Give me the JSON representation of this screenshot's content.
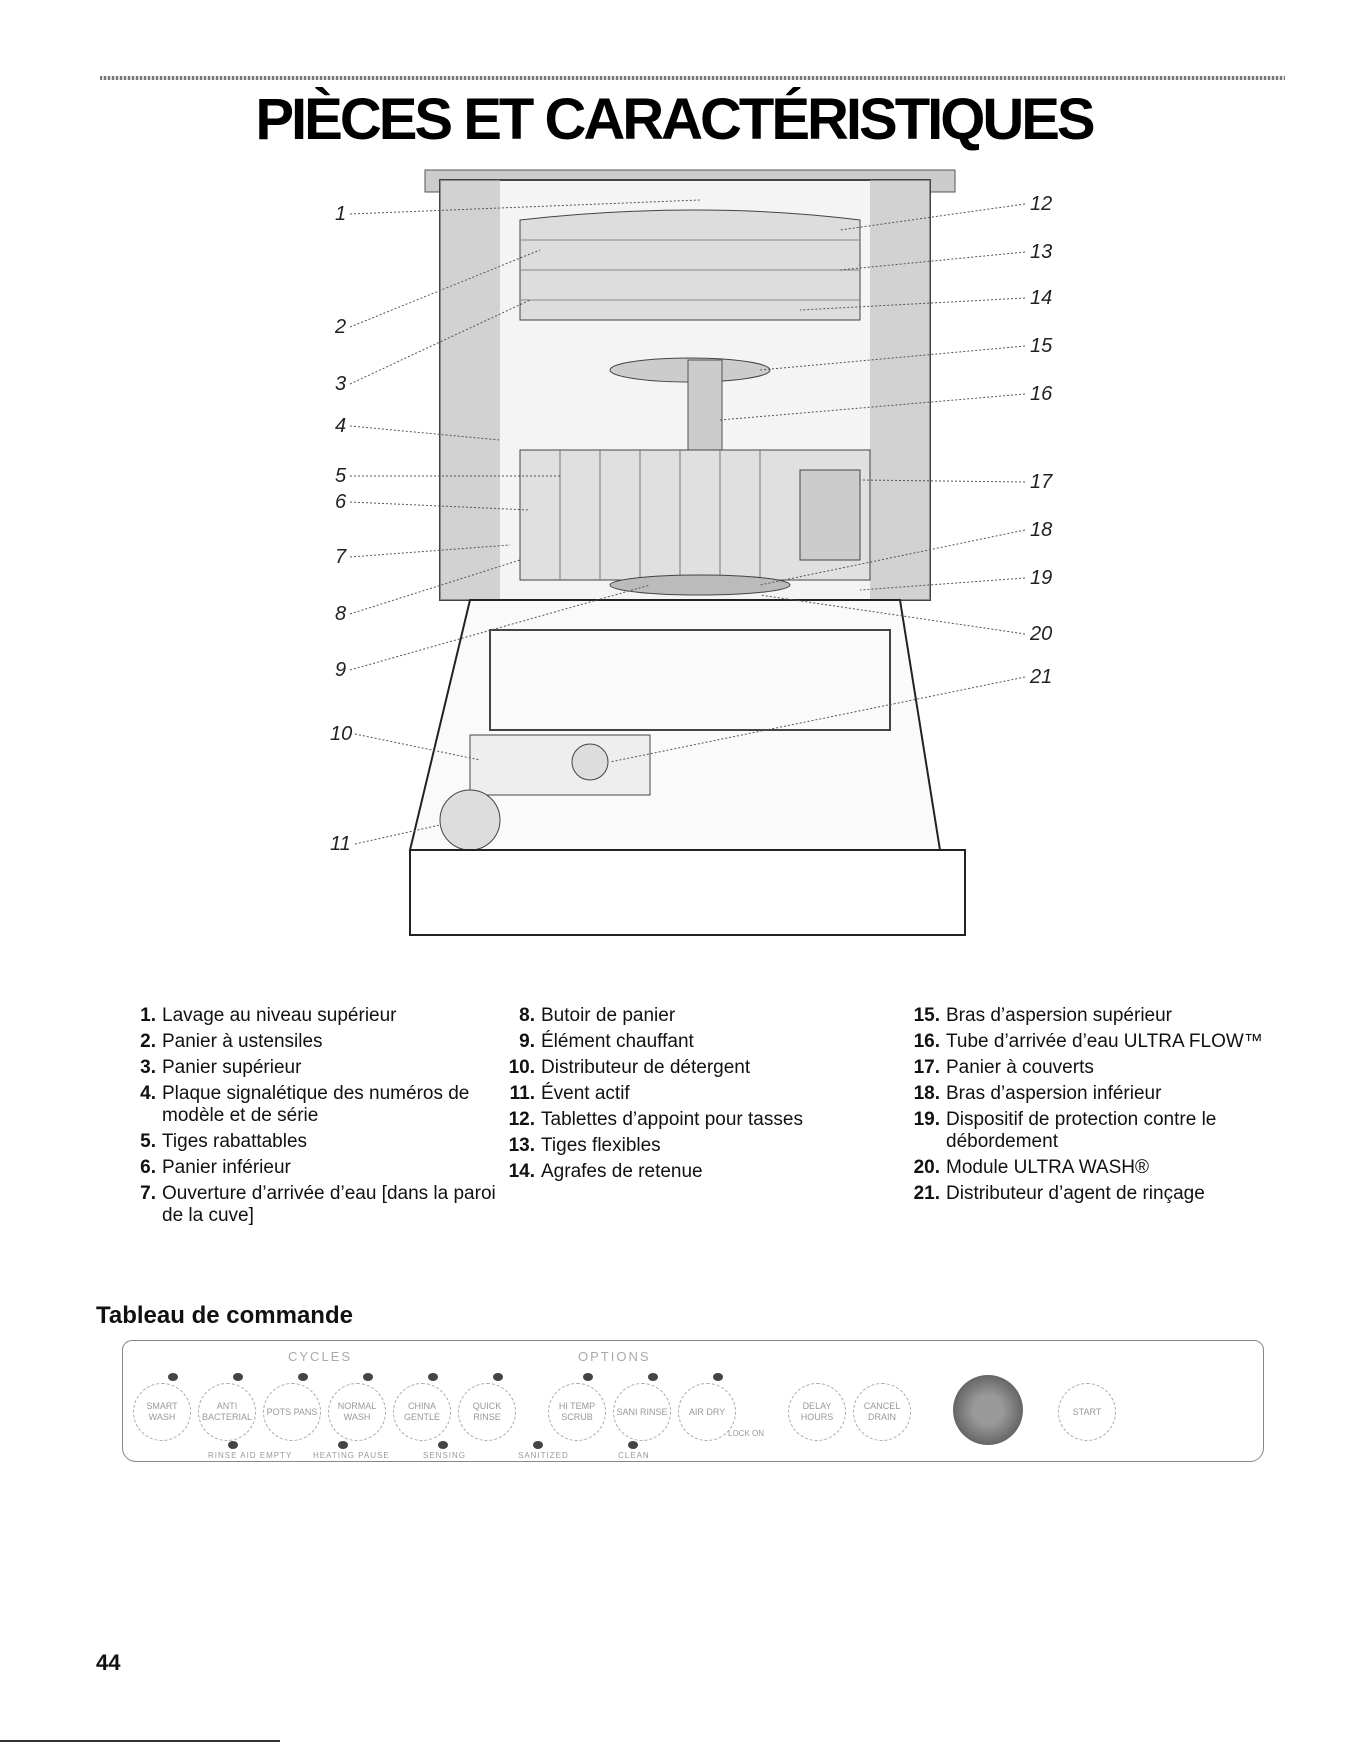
{
  "title": "PIÈCES ET CARACTÉRISTIQUES",
  "callouts": [
    "1",
    "2",
    "3",
    "4",
    "5",
    "6",
    "7",
    "8",
    "9",
    "10",
    "11",
    "12",
    "13",
    "14",
    "15",
    "16",
    "17",
    "18",
    "19",
    "20",
    "21"
  ],
  "parts_col1": [
    {
      "num": "1.",
      "text": "Lavage au niveau supérieur"
    },
    {
      "num": "2.",
      "text": "Panier à ustensiles"
    },
    {
      "num": "3.",
      "text": "Panier supérieur"
    },
    {
      "num": "4.",
      "text": "Plaque signalétique des numéros de modèle et de série"
    },
    {
      "num": "5.",
      "text": "Tiges rabattables"
    },
    {
      "num": "6.",
      "text": "Panier inférieur"
    },
    {
      "num": "7.",
      "text": "Ouverture d’arrivée d’eau [dans la paroi de la cuve]"
    }
  ],
  "parts_col2": [
    {
      "num": "8.",
      "text": "Butoir de panier"
    },
    {
      "num": "9.",
      "text": "Élément chauffant"
    },
    {
      "num": "10.",
      "text": "Distributeur de détergent"
    },
    {
      "num": "11.",
      "text": "Évent actif"
    },
    {
      "num": "12.",
      "text": "Tablettes d’appoint pour tasses"
    },
    {
      "num": "13.",
      "text": "Tiges flexibles"
    },
    {
      "num": "14.",
      "text": "Agrafes de retenue"
    }
  ],
  "parts_col3": [
    {
      "num": "15.",
      "text": "Bras d’aspersion supérieur"
    },
    {
      "num": "16.",
      "text": "Tube d’arrivée d’eau ULTRA FLOW™"
    },
    {
      "num": "17.",
      "text": "Panier à couverts"
    },
    {
      "num": "18.",
      "text": "Bras d’aspersion inférieur"
    },
    {
      "num": "19.",
      "text": "Dispositif de protection contre le débordement"
    },
    {
      "num": "20.",
      "text": "Module ULTRA WASH®"
    },
    {
      "num": "21.",
      "text": "Distributeur d’agent de rinçage"
    }
  ],
  "control_heading": "Tableau de commande",
  "panel": {
    "cycles_label": "CYCLES",
    "options_label": "OPTIONS",
    "cycle_buttons": [
      "SMART WASH",
      "ANTI BACTERIAL",
      "POTS PANS",
      "NORMAL WASH",
      "CHINA GENTLE",
      "QUICK RINSE"
    ],
    "option_buttons": [
      "HI TEMP SCRUB",
      "SANI RINSE",
      "AIR DRY"
    ],
    "lock_label": "LOCK ON",
    "control_buttons": [
      "DELAY HOURS",
      "CANCEL DRAIN",
      "START"
    ],
    "indicators": [
      "RINSE AID EMPTY",
      "HEATING PAUSE",
      "SENSING",
      "SANITIZED",
      "CLEAN"
    ]
  },
  "page_number": "44"
}
